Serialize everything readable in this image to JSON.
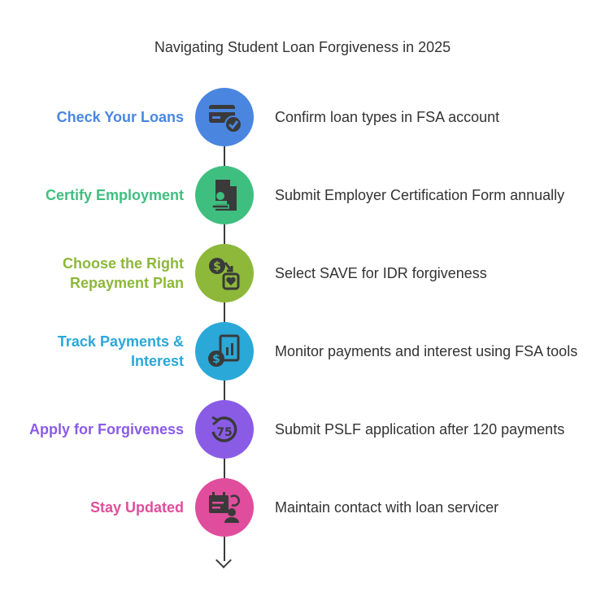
{
  "title": "Navigating Student Loan Forgiveness in 2025",
  "steps": [
    {
      "label": "Check Your Loans",
      "description": "Confirm loan types in FSA account",
      "color": "#4a86e0",
      "icon": "credit-card-check-icon"
    },
    {
      "label": "Certify Employment",
      "description": "Submit Employer Certification Form annually",
      "color": "#3fbf7f",
      "icon": "document-stamp-icon"
    },
    {
      "label": "Choose the Right Repayment Plan",
      "description": "Select SAVE for IDR forgiveness",
      "color": "#8db83a",
      "icon": "money-jar-icon"
    },
    {
      "label": "Track Payments & Interest",
      "description": "Monitor payments and interest using FSA tools",
      "color": "#2aa8d8",
      "icon": "report-dollar-icon"
    },
    {
      "label": "Apply for Forgiveness",
      "description": "Submit PSLF application after 120 payments",
      "color": "#8a5ce6",
      "icon": "refresh-75-icon",
      "icon_text": "75"
    },
    {
      "label": "Stay Updated",
      "description": "Maintain contact with loan servicer",
      "color": "#e04d9c",
      "icon": "calendar-person-icon"
    }
  ]
}
